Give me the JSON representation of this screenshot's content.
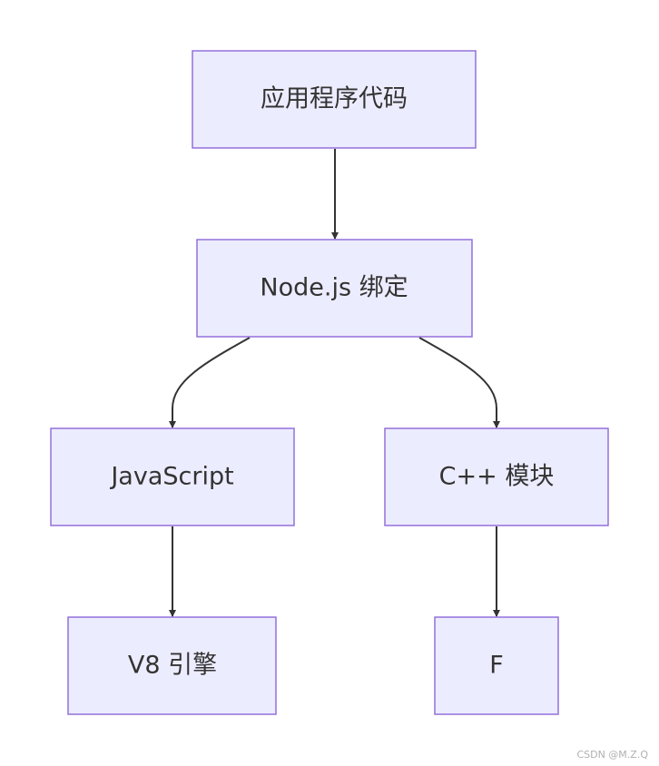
{
  "diagram": {
    "nodes": {
      "app_code": "应用程序代码",
      "node_binding": "Node.js 绑定",
      "javascript": "JavaScript",
      "cpp_module": "C++ 模块",
      "v8_engine": "V8 引擎",
      "f": "F"
    },
    "colors": {
      "node_fill": "#ececff",
      "node_border": "#9370db",
      "edge": "#333333",
      "text": "#333333"
    }
  },
  "watermark": "CSDN @M.Z.Q"
}
